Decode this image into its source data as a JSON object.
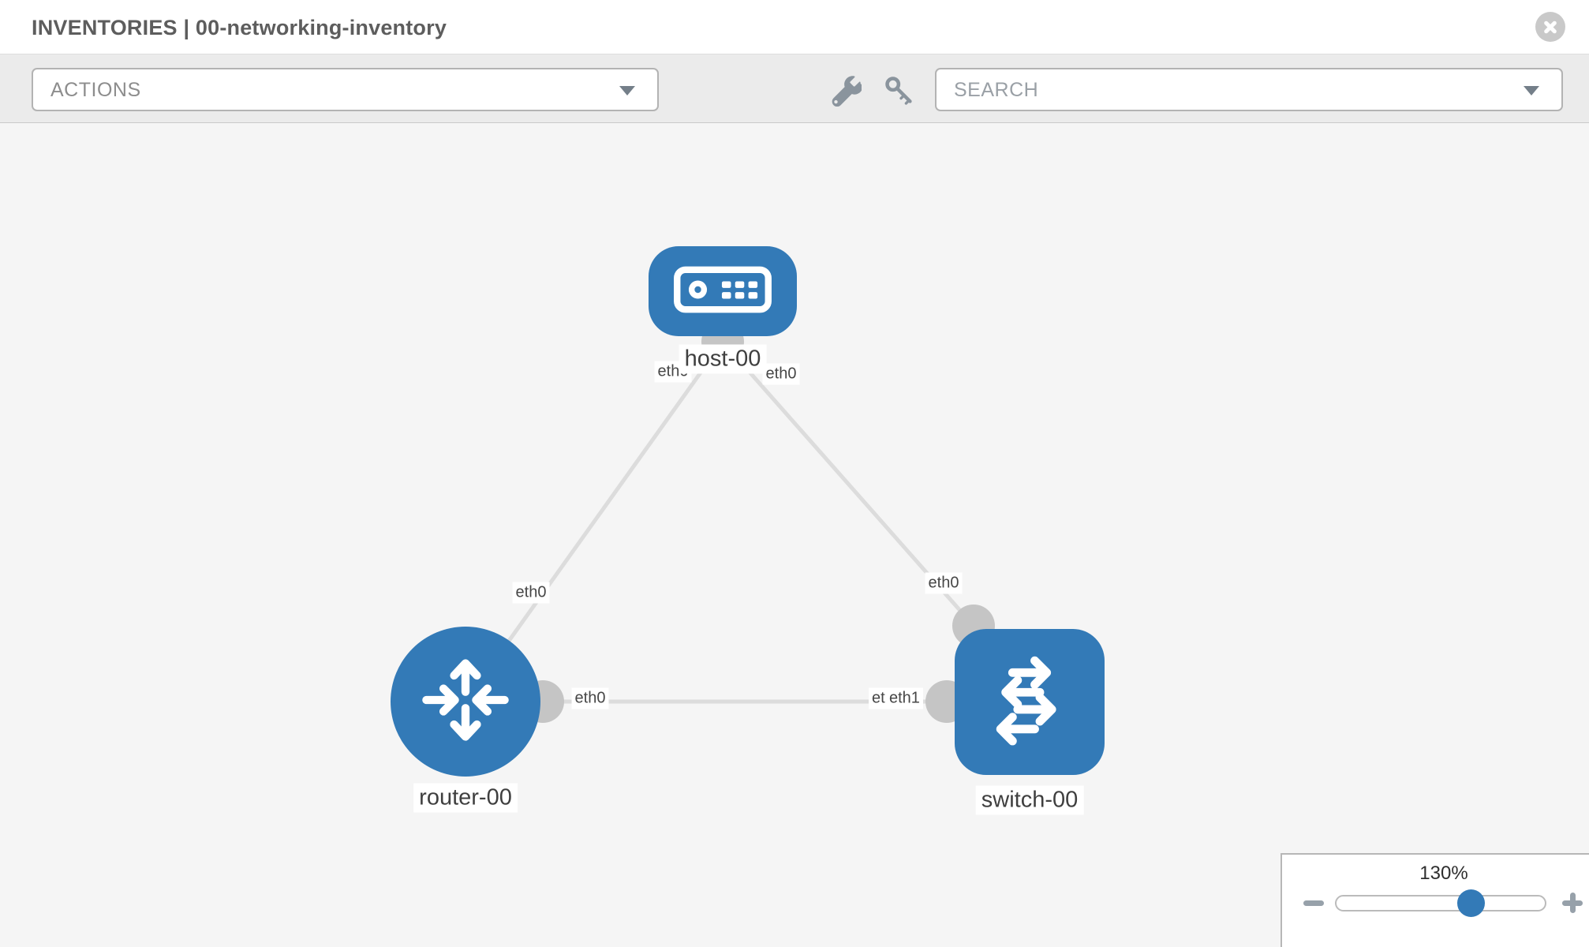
{
  "header": {
    "title": "INVENTORIES | 00-networking-inventory"
  },
  "toolbar": {
    "actions_label": "ACTIONS",
    "search_placeholder": "SEARCH",
    "icons": [
      "wrench-icon",
      "key-icon"
    ]
  },
  "topology": {
    "nodes": [
      {
        "label": "host-00",
        "type": "host"
      },
      {
        "label": "router-00",
        "type": "router"
      },
      {
        "label": "switch-00",
        "type": "switch"
      }
    ],
    "links": [
      {
        "source": "host-00",
        "target": "router-00",
        "source_interface": "eth0",
        "target_interface": "eth0"
      },
      {
        "source": "host-00",
        "target": "switch-00",
        "source_interface": "eth0",
        "target_interface": "eth0"
      },
      {
        "source": "router-00",
        "target": "switch-00",
        "source_interface": "eth0",
        "target_interface": "eth1",
        "target_interface_overlapped": "eth0"
      }
    ]
  },
  "zoom_control": {
    "level": "130%"
  },
  "colors": {
    "node_blue": "#337ab7",
    "link_gray": "#dcdcdc",
    "connector_gray": "#c5c5c5",
    "toolbar_bg": "#ebebeb",
    "canvas_bg": "#f5f5f5"
  }
}
